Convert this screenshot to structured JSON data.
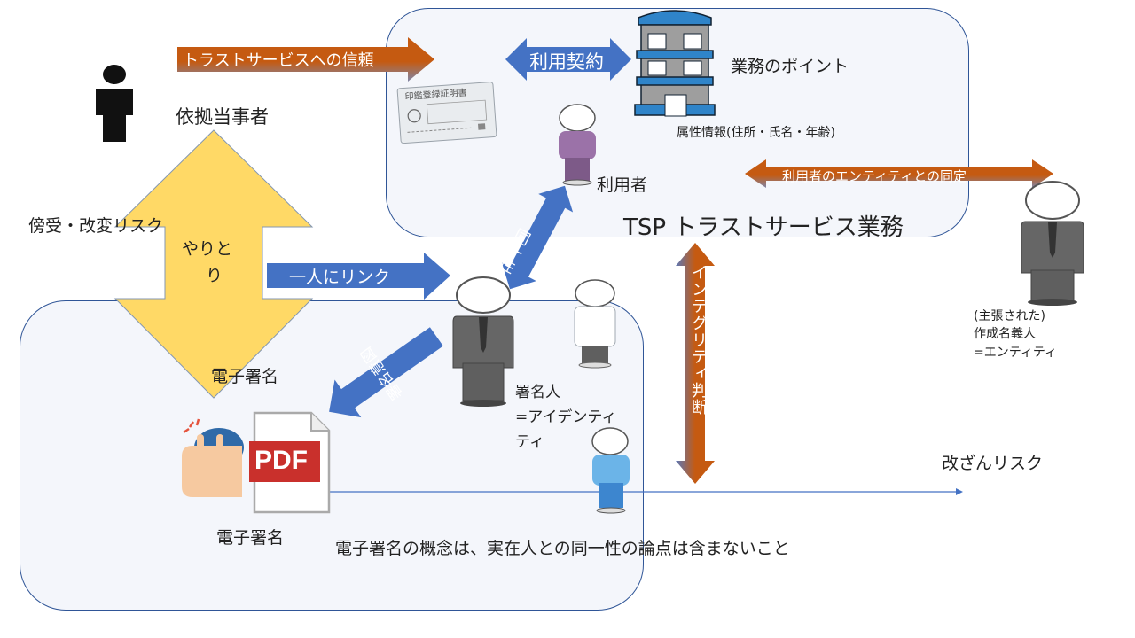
{
  "diagram": {
    "colors": {
      "box_fill": "#f4f6fb",
      "box_border": "#2f5597",
      "blue_arrow": "#4472c4",
      "orange_arrow": "#c55a11",
      "yellow_arrow": "#ffd966",
      "text": "#222222"
    },
    "tsp_box": {
      "title": "TSP トラストサービス業務",
      "business_point": "業務のポイント",
      "attributes": "属性情報(住所・氏名・年齢)",
      "user_label": "利用者",
      "certificate_title": "印鑑登録証明書",
      "certificate_icon": "seal-certificate-icon",
      "building_icon": "office-building-icon"
    },
    "signature_box": {
      "signer_label_line1": "署名人",
      "signer_label_line2": "=アイデンティ",
      "signer_label_line3": "ティ",
      "esign_label": "電子署名",
      "note": "電子署名の概念は、実在人との同一性の論点は含まないこと",
      "pdf_label": "PDF",
      "pdf_icon": "pdf-document-icon",
      "mouse_icon": "hand-click-mouse-icon"
    },
    "relying_party": {
      "label": "依拠当事者",
      "icon": "person-silhouette-icon"
    },
    "entity": {
      "line1": "(主張された)",
      "line2": "作成名義人",
      "line3": "=エンティティ"
    },
    "arrows": {
      "trust": "トラストサービスへの信頼",
      "contract": "利用契約",
      "entity_identification": "利用者のエンティティとの同定",
      "identity": "同一性",
      "link_one_person": "一人にリンク",
      "sign_intent": "署名意図",
      "integrity": "インテグリティ判断",
      "exchange_line1": "やりと",
      "exchange_line2": "り",
      "exchange_bottom": "電子署名"
    },
    "risks": {
      "interception": "傍受・改変リスク",
      "tamper": "改ざんリスク"
    }
  }
}
